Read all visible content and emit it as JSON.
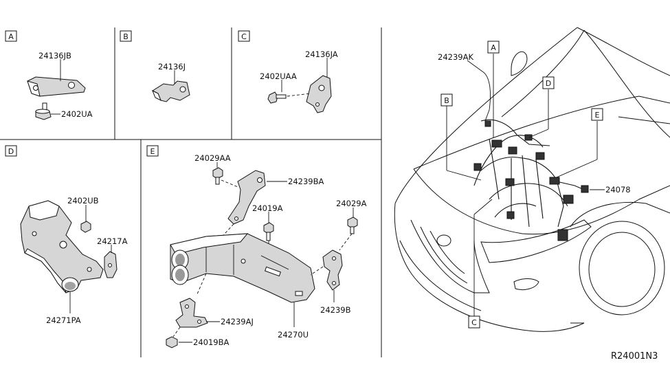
{
  "sections": {
    "A": {
      "letter": "A",
      "parts": {
        "bracket": "24136JB",
        "bolt": "2402UA"
      }
    },
    "B": {
      "letter": "B",
      "parts": {
        "bracket": "24136J"
      }
    },
    "C": {
      "letter": "C",
      "parts": {
        "bracket": "24136JA",
        "bolt": "2402UAA"
      }
    },
    "D": {
      "letter": "D",
      "parts": {
        "bolt": "2402UB",
        "bracket": "24217A",
        "bracket_pa": "24271PA"
      }
    },
    "E": {
      "letter": "E",
      "parts": {
        "bolt_top": "24029AA",
        "bracket_top": "24239BA",
        "bolt_mid": "24019A",
        "bolt_right": "24029A",
        "bracket_right": "24239B",
        "bracket_bottom": "24239AJ",
        "nut_bottom": "24019BA",
        "housing": "24270U"
      }
    }
  },
  "vehicle": {
    "harness_label": "24239AK",
    "part_right": "24078",
    "callouts": {
      "A": "A",
      "B": "B",
      "C": "C",
      "D": "D",
      "E": "E"
    }
  },
  "diagram_ref": "R24001N3"
}
